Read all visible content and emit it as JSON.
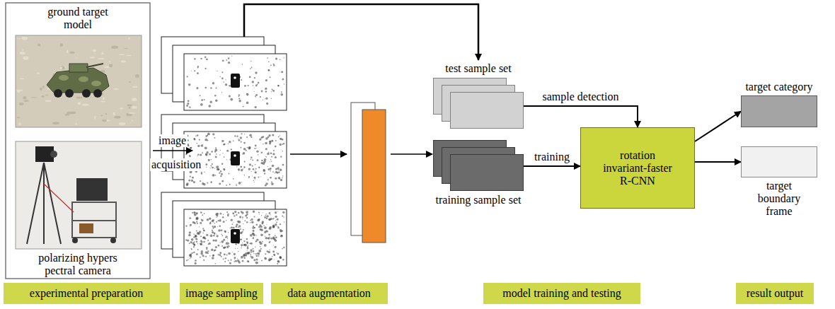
{
  "diagram": {
    "nodes": [
      {
        "text": [
          "ground target model"
        ]
      },
      {
        "text": [
          "polarizing hypers pectral camera"
        ]
      },
      {
        "text": [
          "test sample set"
        ]
      },
      {
        "text": [
          "training sample set"
        ]
      },
      {
        "text": [
          "rotation invariant-faster R-CNN"
        ]
      },
      {
        "text": [
          "target category"
        ]
      },
      {
        "text": [
          "target boundary frame"
        ]
      },
      {
        "text": [
          "experimental preparation"
        ]
      },
      {
        "text": [
          "image sampling"
        ]
      },
      {
        "text": [
          "data augmentation"
        ]
      },
      {
        "text": [
          "model training and testing"
        ]
      },
      {
        "text": [
          "result output"
        ]
      }
    ],
    "edges": [
      {
        "from": 2,
        "to": 4,
        "arrow": "to",
        "label": "sample detection"
      },
      {
        "from": 3,
        "to": 4,
        "arrow": "to",
        "label": "training"
      },
      {
        "from": 4,
        "to": 5,
        "arrow": "to"
      },
      {
        "from": 4,
        "to": 6,
        "arrow": "to"
      }
    ],
    "labels": [
      "image",
      "acquisition"
    ]
  }
}
